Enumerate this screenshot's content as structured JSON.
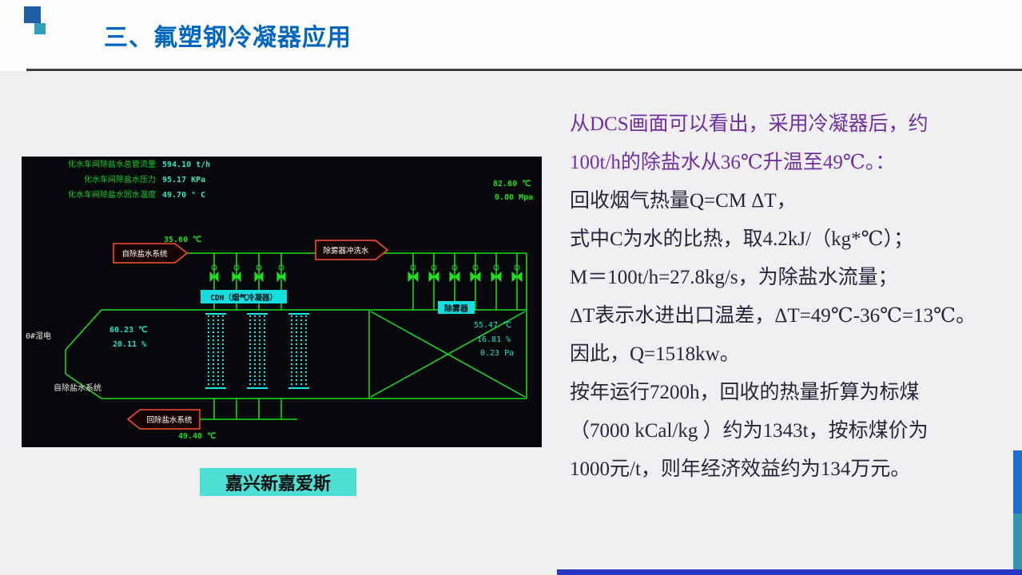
{
  "colors": {
    "title_blue": "#0066c0",
    "highlight_purple": "#7030a0",
    "body_text_dark": "#26263c",
    "caption_bg_cyan": "#4ce0d4",
    "dcs_line_green": "#1fdf1f",
    "dcs_value_cyan": "#1fe0c8",
    "arrow_border_red": "#ff5030"
  },
  "slide": {
    "title": "三、氟塑钢冷凝器应用",
    "caption": "嘉兴新嘉爱斯"
  },
  "dcs": {
    "readouts": [
      {
        "label": "化水车间除盐水总管流量",
        "value": "594.10 t/h"
      },
      {
        "label": "化水车间除盐水压力",
        "value": "95.17 KPa"
      },
      {
        "label": "化水车间除盐水回水温度",
        "value": "49.70 ° C"
      }
    ],
    "top_right": {
      "temperature": "82.60 ℃",
      "pressure": "0.00 Mpa"
    },
    "inlet_temp": "35.60 ℃",
    "outlet_temp": "49.40 ℃",
    "arrows": {
      "inlet": "自除盐水系统",
      "wash": "除雾器冲洗水",
      "return": "回除盐水系统"
    },
    "condenser_label": "CDH（烟气冷凝器）",
    "demister_label": "除雾器",
    "wet_esp_label": "0#湿电",
    "bottom_left_label": "自除盐水系统",
    "left_readings": {
      "temp": "60.23 ℃",
      "rh": "20.11 %"
    },
    "right_readings": {
      "temp": "55.47 ℃",
      "rh": "16.81 %",
      "dp": "0.23 Pa"
    }
  },
  "text": {
    "highlight": [
      "从DCS画面可以看出，采用冷凝器后，约",
      "100t/h的除盐水从36℃升温至49℃。："
    ],
    "lines": [
      "回收烟气热量Q=CM ΔT，",
      "式中C为水的比热，取4.2kJ/（kg*℃）；",
      "M＝100t/h=27.8kg/s，为除盐水流量；",
      "ΔT表示水进出口温差，ΔT=49℃-36℃=13℃。",
      "因此，Q=1518kw。",
      "按年运行7200h，回收的热量折算为标煤",
      "（7000 kCal/kg ）约为1343t，按标煤价为",
      "1000元/t，则年经济效益约为134万元。"
    ]
  }
}
